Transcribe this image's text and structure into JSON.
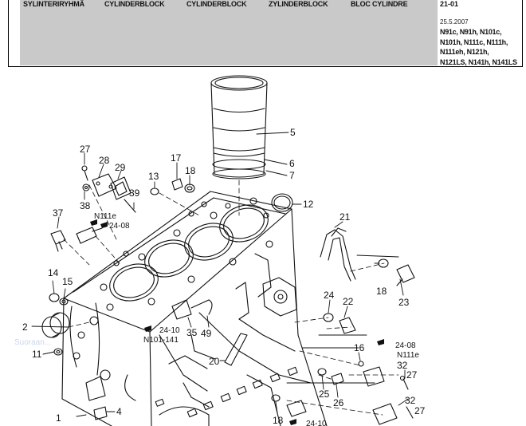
{
  "header": {
    "columns": [
      "SYLINTERIRYHMÄ",
      "CYLINDERBLOCK",
      "CYLINDERBLOCK",
      "ZYLINDERBLOCK",
      "BLOC CYLINDRE"
    ],
    "code": "21-01",
    "date": "25.5.2007",
    "models": [
      "N91c, N91h, N101c,",
      "N101h, N111c, N111h,",
      "N111eh, N121h,",
      "N121LS, N141h, N141LS"
    ]
  },
  "callouts": {
    "c1": "1",
    "c2": "2",
    "c4": "4",
    "c5": "5",
    "c6": "6",
    "c7": "7",
    "c11": "11",
    "c12": "12",
    "c13": "13",
    "c14": "14",
    "c15": "15",
    "c16": "16",
    "c17": "17",
    "c18a": "18",
    "c18b": "18",
    "c18c": "18",
    "c20": "20",
    "c21": "21",
    "c22": "22",
    "c23": "23",
    "c24": "24",
    "c25": "25",
    "c26": "26",
    "c27a": "27",
    "c27b": "27",
    "c27c": "27",
    "c28": "28",
    "c29": "29",
    "c32a": "32",
    "c32b": "32",
    "c35": "35",
    "c37": "37",
    "c38": "38",
    "c39": "39",
    "c49": "49"
  },
  "refs": {
    "r1": "N111e",
    "r2": "24-08",
    "r3": "24-10",
    "r4": "N101-141",
    "r5": "24-08",
    "r6": "N111e",
    "r7": "24-10"
  },
  "watermark": "Suoraan..."
}
